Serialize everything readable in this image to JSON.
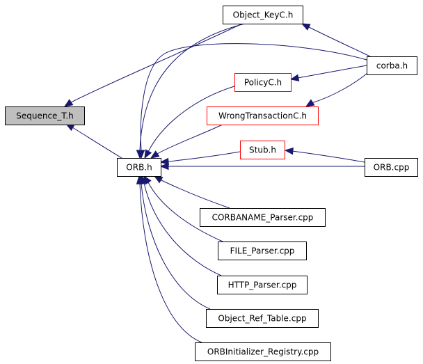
{
  "colors": {
    "edge": "#191970",
    "node_fill": "#ffffff",
    "node_border": "#000000",
    "highlight_fill": "#bfbfbf",
    "incomplete_border": "#ff0000"
  },
  "nodes": [
    {
      "id": "sequence_t_h",
      "label": "Sequence_T.h",
      "style": "highlight"
    },
    {
      "id": "object_keyc_h",
      "label": "Object_KeyC.h",
      "style": "normal"
    },
    {
      "id": "corba_h",
      "label": "corba.h",
      "style": "normal"
    },
    {
      "id": "policyc_h",
      "label": "PolicyC.h",
      "style": "incomplete"
    },
    {
      "id": "wrongtransactionc_h",
      "label": "WrongTransactionC.h",
      "style": "incomplete"
    },
    {
      "id": "orb_h",
      "label": "ORB.h",
      "style": "normal"
    },
    {
      "id": "stub_h",
      "label": "Stub.h",
      "style": "incomplete"
    },
    {
      "id": "orb_cpp",
      "label": "ORB.cpp",
      "style": "normal"
    },
    {
      "id": "corbaname_parser_cpp",
      "label": "CORBANAME_Parser.cpp",
      "style": "normal"
    },
    {
      "id": "file_parser_cpp",
      "label": "FILE_Parser.cpp",
      "style": "normal"
    },
    {
      "id": "http_parser_cpp",
      "label": "HTTP_Parser.cpp",
      "style": "normal"
    },
    {
      "id": "object_ref_table_cpp",
      "label": "Object_Ref_Table.cpp",
      "style": "normal"
    },
    {
      "id": "orbinitializer_registry_cpp",
      "label": "ORBInitializer_Registry.cpp",
      "style": "normal"
    }
  ],
  "edges": [
    {
      "from": "object_keyc_h",
      "to": "sequence_t_h"
    },
    {
      "from": "orb_h",
      "to": "sequence_t_h"
    },
    {
      "from": "corba_h",
      "to": "object_keyc_h"
    },
    {
      "from": "corba_h",
      "to": "policyc_h"
    },
    {
      "from": "corba_h",
      "to": "wrongtransactionc_h"
    },
    {
      "from": "corba_h",
      "to": "orb_h"
    },
    {
      "from": "object_keyc_h",
      "to": "orb_h"
    },
    {
      "from": "policyc_h",
      "to": "orb_h"
    },
    {
      "from": "wrongtransactionc_h",
      "to": "orb_h"
    },
    {
      "from": "stub_h",
      "to": "orb_h"
    },
    {
      "from": "orb_cpp",
      "to": "orb_h"
    },
    {
      "from": "orb_cpp",
      "to": "stub_h"
    },
    {
      "from": "corbaname_parser_cpp",
      "to": "orb_h"
    },
    {
      "from": "file_parser_cpp",
      "to": "orb_h"
    },
    {
      "from": "http_parser_cpp",
      "to": "orb_h"
    },
    {
      "from": "object_ref_table_cpp",
      "to": "orb_h"
    },
    {
      "from": "orbinitializer_registry_cpp",
      "to": "orb_h"
    }
  ]
}
